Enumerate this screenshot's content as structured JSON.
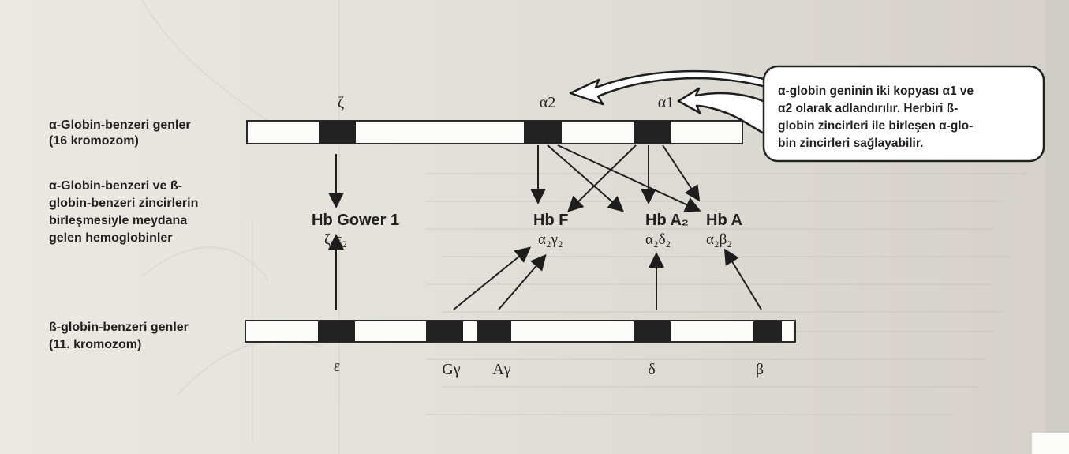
{
  "labels": {
    "alpha_genes_line1": "α-Globin-benzeri genler",
    "alpha_genes_line2": "(16 kromozom)",
    "hemoglobin_line1": "α-Globin-benzeri ve ß-",
    "hemoglobin_line2": "globin-benzeri zincirlerin",
    "hemoglobin_line3": "birleşmesiyle meydana",
    "hemoglobin_line4": "gelen hemoglobinler",
    "beta_genes_line1": "ß-globin-benzeri genler",
    "beta_genes_line2": "(11. kromozom)"
  },
  "callout": {
    "line1": "α-globin geninin iki kopyası α1 ve",
    "line2": "α2 olarak adlandırılır. Herbiri ß-",
    "line3": "globin zincirleri ile birleşen α-glo-",
    "line4": "bin zincirleri sağlayabilir."
  },
  "genes": {
    "zeta": "ζ",
    "alpha2": "α2",
    "alpha1": "α1",
    "epsilon": "ε",
    "g_gamma": "Gγ",
    "a_gamma": "Aγ",
    "delta": "δ",
    "beta": "β"
  },
  "hemoglobins": {
    "gower1": {
      "name": "Hb Gower 1",
      "formula": "ζ₂ε₂"
    },
    "hbf": {
      "name": "Hb F",
      "formula": "α₂γ₂"
    },
    "hba2": {
      "name": "Hb A₂",
      "formula": "α₂δ₂"
    },
    "hba": {
      "name": "Hb A",
      "formula": "α₂β₂"
    }
  }
}
